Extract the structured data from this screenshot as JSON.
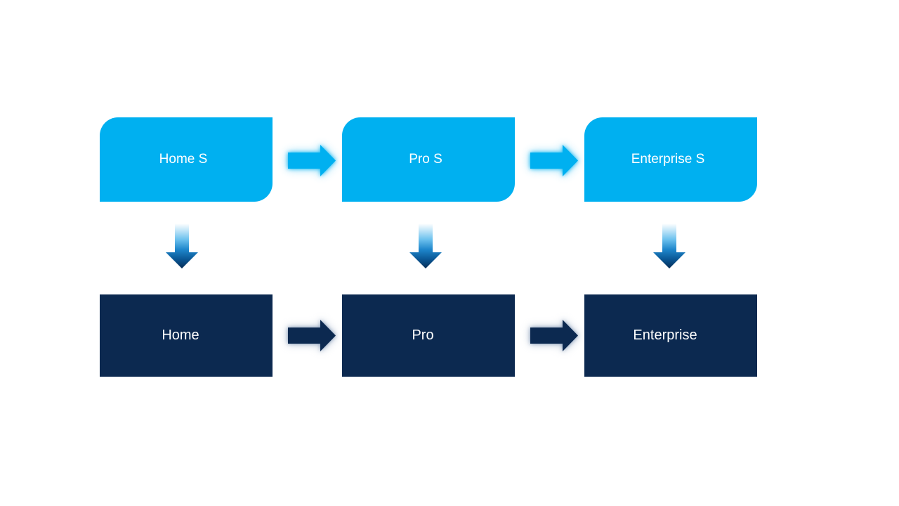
{
  "diagram": {
    "nodes": {
      "top": [
        {
          "label": "Home S"
        },
        {
          "label": "Pro S"
        },
        {
          "label": "Enterprise S"
        }
      ],
      "bottom": [
        {
          "label": "Home"
        },
        {
          "label": "Pro"
        },
        {
          "label": "Enterprise"
        }
      ]
    },
    "icons": {
      "horizontal": "right-arrow-icon",
      "vertical": "down-arrow-icon"
    },
    "colors": {
      "top_node_fill": "#00B0F0",
      "bottom_node_fill": "#0C2950",
      "node_text": "#FFFFFF",
      "top_arrow_fill": "#00B0F0",
      "bottom_arrow_fill": "#0C2950",
      "down_arrow_gradient_top": "#FFFFFF",
      "down_arrow_gradient_mid": "#1E86CB",
      "down_arrow_gradient_bottom": "#062C55",
      "background": "#FFFFFF"
    }
  }
}
